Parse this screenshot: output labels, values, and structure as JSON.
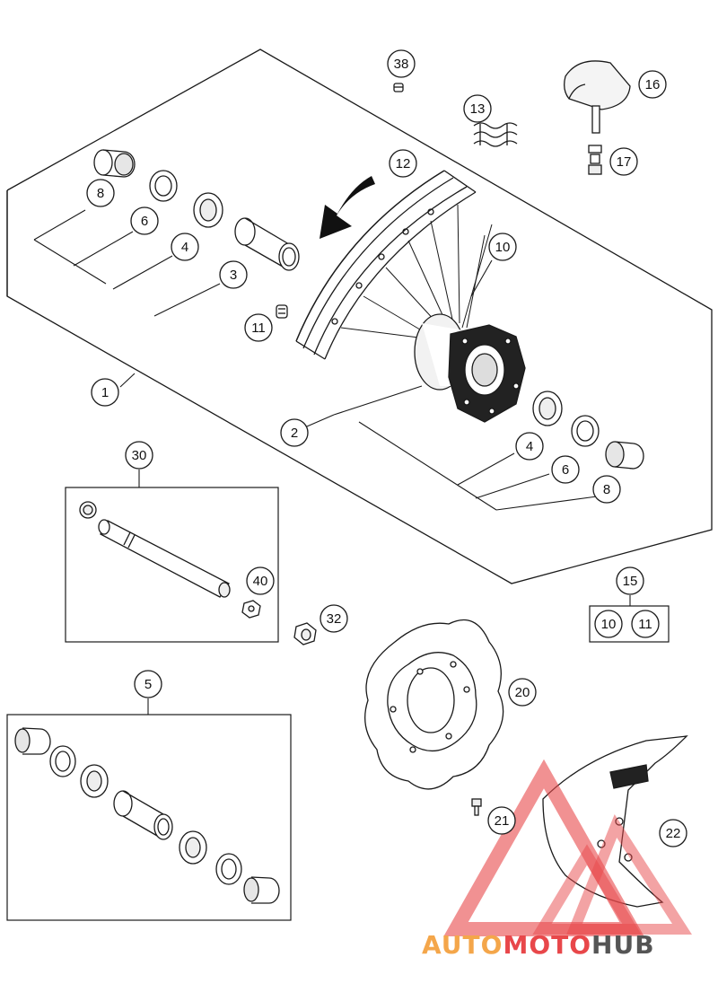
{
  "callouts": [
    {
      "id": "c38",
      "text": "38"
    },
    {
      "id": "c16",
      "text": "16"
    },
    {
      "id": "c13",
      "text": "13"
    },
    {
      "id": "c17",
      "text": "17"
    },
    {
      "id": "c12",
      "text": "12"
    },
    {
      "id": "c8a",
      "text": "8"
    },
    {
      "id": "c6a",
      "text": "6"
    },
    {
      "id": "c4a",
      "text": "4"
    },
    {
      "id": "c3",
      "text": "3"
    },
    {
      "id": "c10a",
      "text": "10"
    },
    {
      "id": "c11a",
      "text": "11"
    },
    {
      "id": "c1",
      "text": "1"
    },
    {
      "id": "c2",
      "text": "2"
    },
    {
      "id": "c4b",
      "text": "4"
    },
    {
      "id": "c6b",
      "text": "6"
    },
    {
      "id": "c8b",
      "text": "8"
    },
    {
      "id": "c30",
      "text": "30"
    },
    {
      "id": "c40",
      "text": "40"
    },
    {
      "id": "c32",
      "text": "32"
    },
    {
      "id": "c15",
      "text": "15"
    },
    {
      "id": "c10b",
      "text": "10"
    },
    {
      "id": "c11b",
      "text": "11"
    },
    {
      "id": "c5",
      "text": "5"
    },
    {
      "id": "c20",
      "text": "20"
    },
    {
      "id": "c21",
      "text": "21"
    },
    {
      "id": "c22",
      "text": "22"
    }
  ],
  "watermark": {
    "part1": "AUTO",
    "part2": "MOTO",
    "part3": "HUB",
    "color_orange": "#f4a64a",
    "color_red": "#e8474a",
    "color_dark": "#555555"
  },
  "line_color": "#1a1a1a"
}
